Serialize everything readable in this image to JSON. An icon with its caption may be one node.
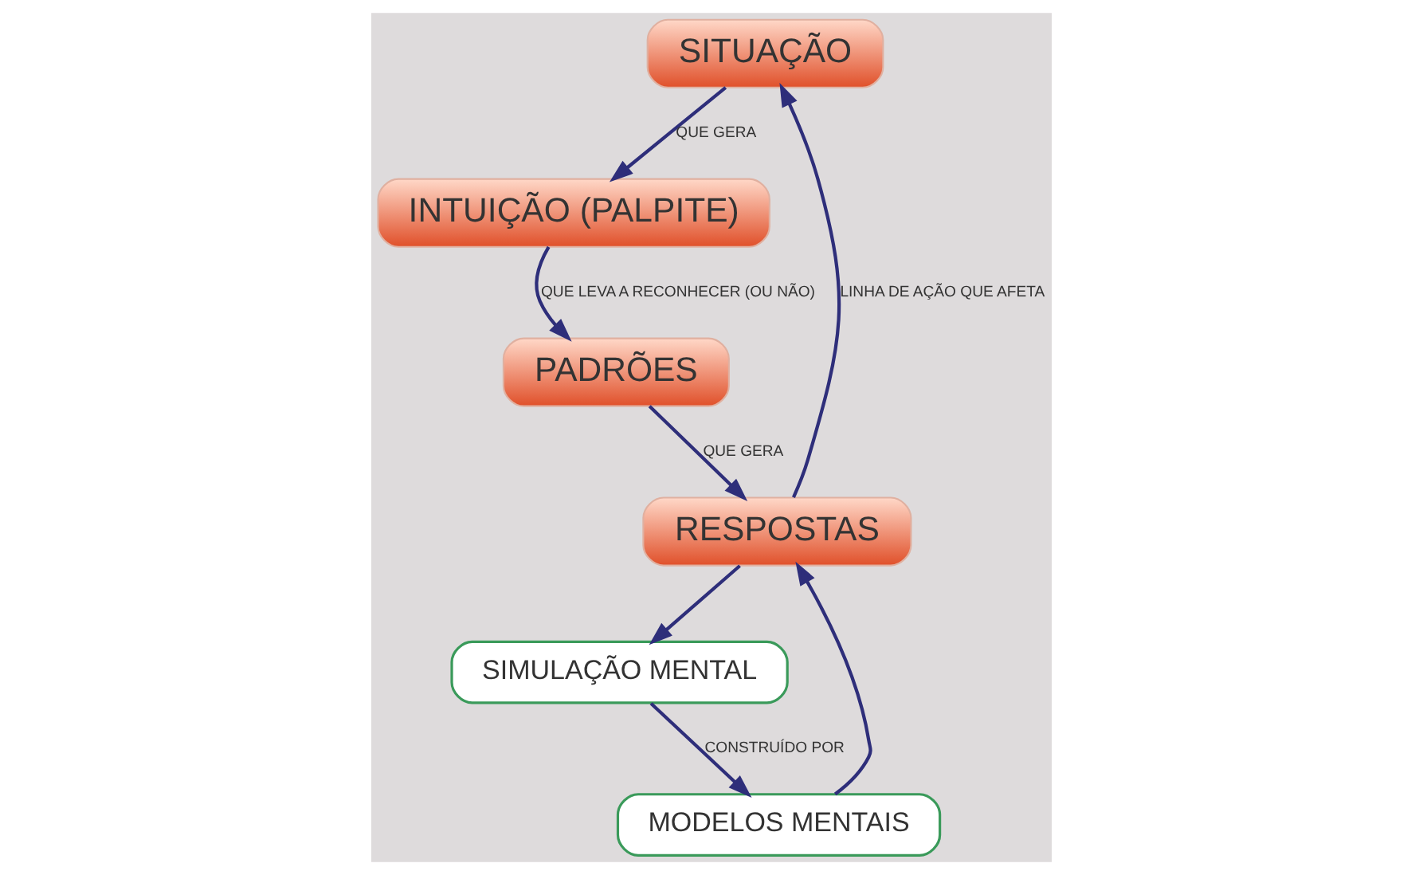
{
  "diagram": {
    "nodes": [
      {
        "text": [
          "SITUAÇÃO"
        ]
      },
      {
        "text": [
          "RESPOSTAS"
        ]
      },
      {
        "text": [
          "SIMULAÇÃO MENTAL"
        ]
      },
      {
        "text": [
          "INTUIÇÃO (PALPITE)"
        ]
      },
      {
        "text": [
          "MODELOS MENTAIS"
        ]
      },
      {
        "text": [
          "PADRÕES"
        ]
      }
    ],
    "edges": [
      {
        "from": 1,
        "to": 0,
        "arrow": "to",
        "label": "LINHA DE AÇÃO QUE AFETA"
      },
      {
        "from": 0,
        "to": 3,
        "arrow": "to",
        "label": "QUE GERA"
      },
      {
        "from": 3,
        "to": 5,
        "arrow": "to",
        "label": "QUE LEVA A RECONHECER (OU NÃO)"
      },
      {
        "from": 5,
        "to": 1,
        "arrow": "to",
        "label": "QUE GERA"
      },
      {
        "from": 1,
        "to": 2,
        "arrow": "to"
      },
      {
        "from": 2,
        "to": 4,
        "arrow": "to",
        "label": "CONSTRUÍDO POR"
      },
      {
        "from": 4,
        "to": 1,
        "arrow": "to"
      }
    ]
  }
}
